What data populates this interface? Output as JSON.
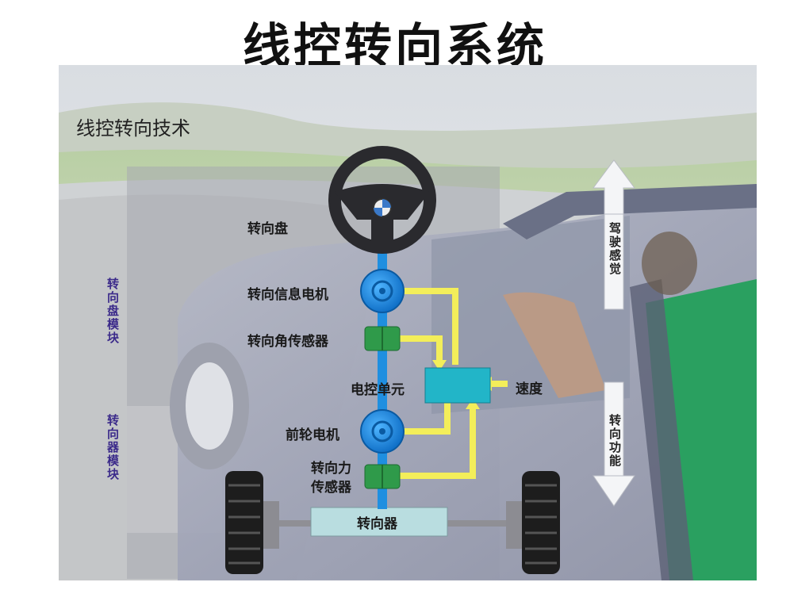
{
  "title": "线控转向系统",
  "subtitle": "线控转向技术",
  "labels": {
    "steering_wheel": "转向盘",
    "feedback_motor": "转向信息电机",
    "angle_sensor": "转向角传感器",
    "ecu": "电控单元",
    "speed": "速度",
    "front_motor": "前轮电机",
    "force_sensor_line1": "转向力",
    "force_sensor_line2": "传感器",
    "steering_gear": "转向器"
  },
  "modules": {
    "steering_wheel_module": "转向盘模块",
    "steering_gear_module": "转向器模块"
  },
  "arrows": {
    "driving_feel": "驾驶感觉",
    "steering_function": "转向功能"
  },
  "colors": {
    "shaft": "#1f8fe0",
    "signal": "#f3ee5a",
    "ecu": "#22b5c8",
    "sensor": "#2f9a4a",
    "module_text": "#3b2a8a"
  }
}
